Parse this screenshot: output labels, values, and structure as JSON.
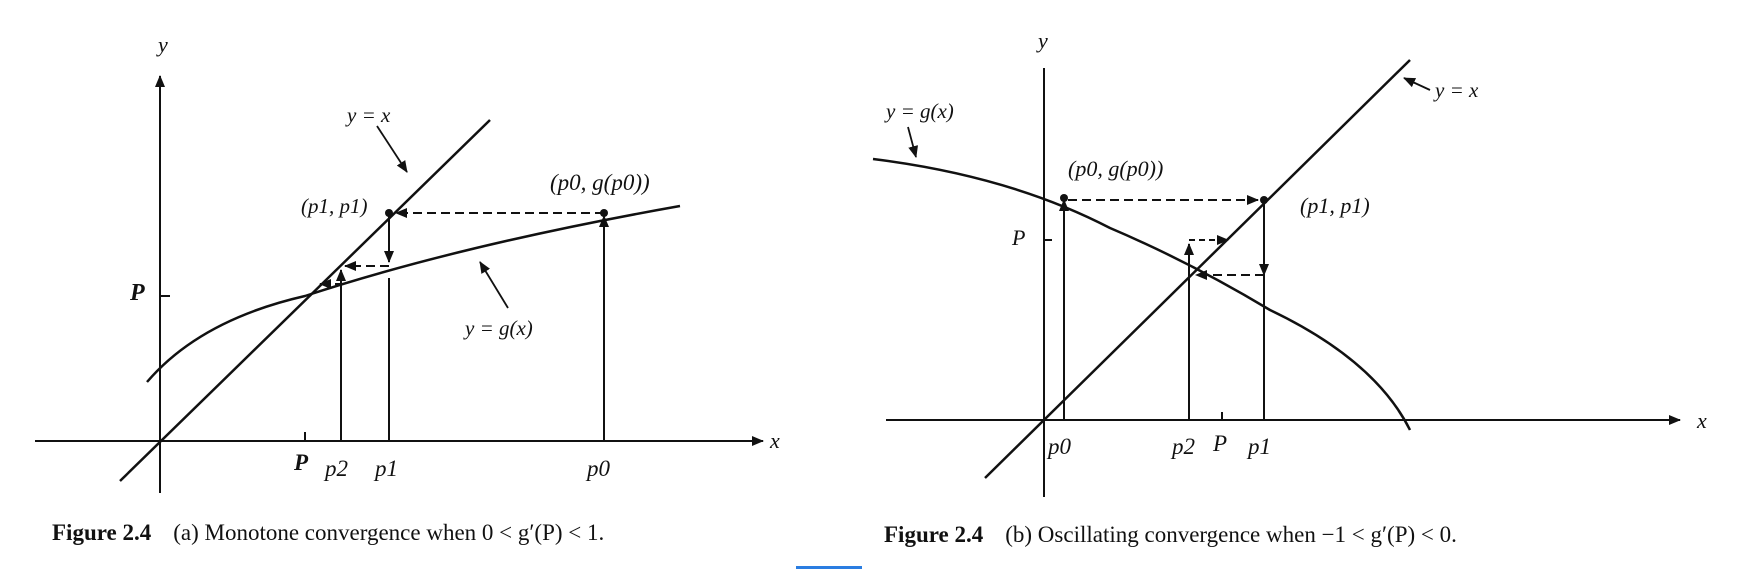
{
  "panel_a": {
    "labels": {
      "y_axis": "y",
      "x_axis": "x",
      "P_axis": "P",
      "line": "y = x",
      "curve": "y = g(x)",
      "point_p1": "(p1, p1)",
      "point_p0": "(p0, g(p0))",
      "tick_P": "P",
      "tick_p2": "p2",
      "tick_p1": "p1",
      "tick_p0": "p0"
    },
    "caption": {
      "label": "Figure 2.4",
      "text": "(a) Monotone convergence when 0 < g′(P) < 1."
    }
  },
  "panel_b": {
    "labels": {
      "y_axis": "y",
      "x_axis": "x",
      "P_axis": "P",
      "line": "y = x",
      "curve": "y = g(x)",
      "point_p0": "(p0, g(p0))",
      "point_p1": "(p1, p1)",
      "tick_p0": "p0",
      "tick_p2": "p2",
      "tick_P": "P",
      "tick_p1": "p1"
    },
    "caption": {
      "label": "Figure 2.4",
      "text": "(b) Oscillating convergence when −1 < g′(P) < 0."
    }
  }
}
